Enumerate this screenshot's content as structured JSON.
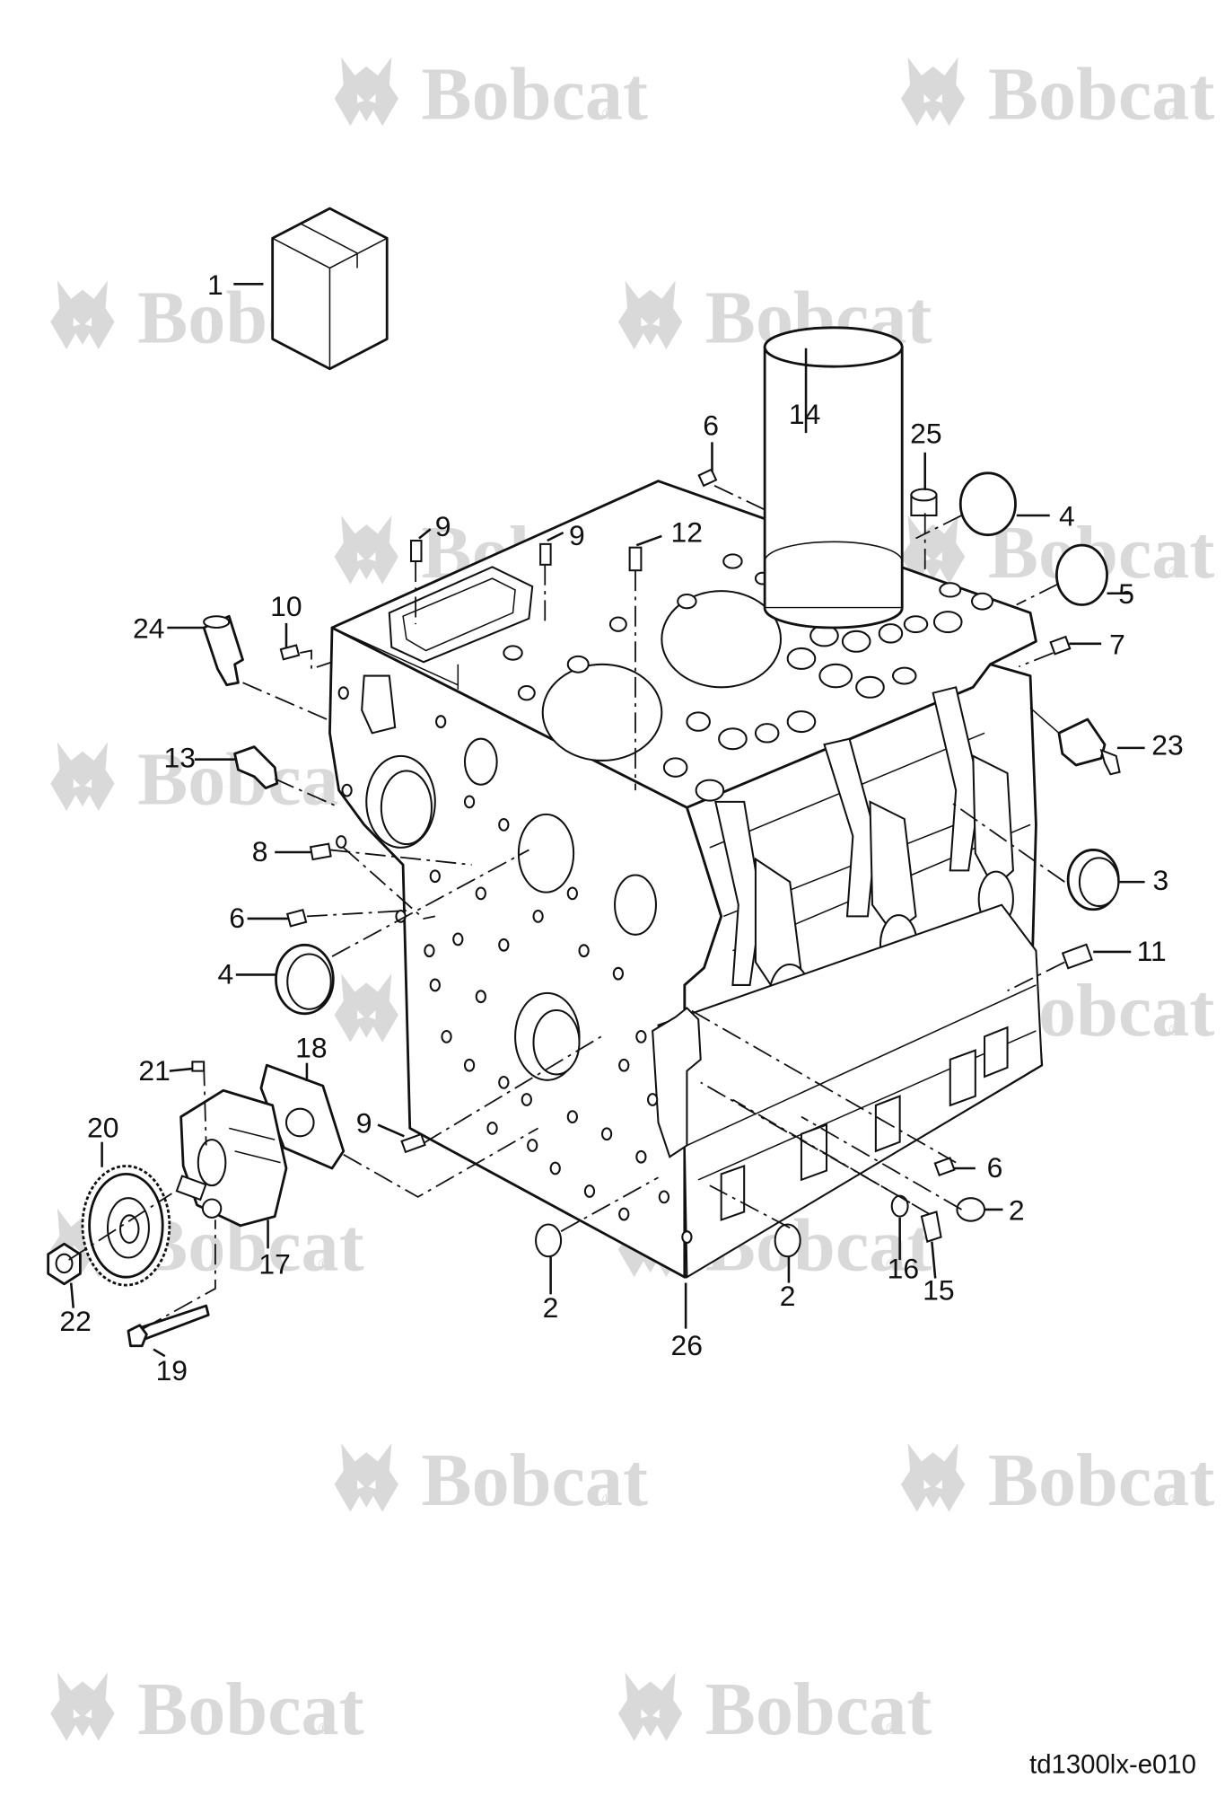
{
  "watermark": {
    "word": "Bobcat",
    "mark": "®",
    "logo_icon": "bobcat-head-logo-icon",
    "color": "#d9d9d9"
  },
  "drawing_code": "td1300lx-e010",
  "callouts": [
    {
      "id": "c1",
      "label": "1"
    },
    {
      "id": "c14",
      "label": "14"
    },
    {
      "id": "c6a",
      "label": "6"
    },
    {
      "id": "c25",
      "label": "25"
    },
    {
      "id": "c4a",
      "label": "4"
    },
    {
      "id": "c5",
      "label": "5"
    },
    {
      "id": "c9a",
      "label": "9"
    },
    {
      "id": "c9b",
      "label": "9"
    },
    {
      "id": "c12",
      "label": "12"
    },
    {
      "id": "c7",
      "label": "7"
    },
    {
      "id": "c10",
      "label": "10"
    },
    {
      "id": "c24",
      "label": "24"
    },
    {
      "id": "c23",
      "label": "23"
    },
    {
      "id": "c13",
      "label": "13"
    },
    {
      "id": "c3",
      "label": "3"
    },
    {
      "id": "c8",
      "label": "8"
    },
    {
      "id": "c6b",
      "label": "6"
    },
    {
      "id": "c11",
      "label": "11"
    },
    {
      "id": "c4b",
      "label": "4"
    },
    {
      "id": "c18",
      "label": "18"
    },
    {
      "id": "c21",
      "label": "21"
    },
    {
      "id": "c20",
      "label": "20"
    },
    {
      "id": "c9c",
      "label": "9"
    },
    {
      "id": "c6c",
      "label": "6"
    },
    {
      "id": "c2a",
      "label": "2"
    },
    {
      "id": "c17",
      "label": "17"
    },
    {
      "id": "c16",
      "label": "16"
    },
    {
      "id": "c15",
      "label": "15"
    },
    {
      "id": "c22",
      "label": "22"
    },
    {
      "id": "c2b",
      "label": "2"
    },
    {
      "id": "c2c",
      "label": "2"
    },
    {
      "id": "c26",
      "label": "26"
    },
    {
      "id": "c19",
      "label": "19"
    }
  ]
}
